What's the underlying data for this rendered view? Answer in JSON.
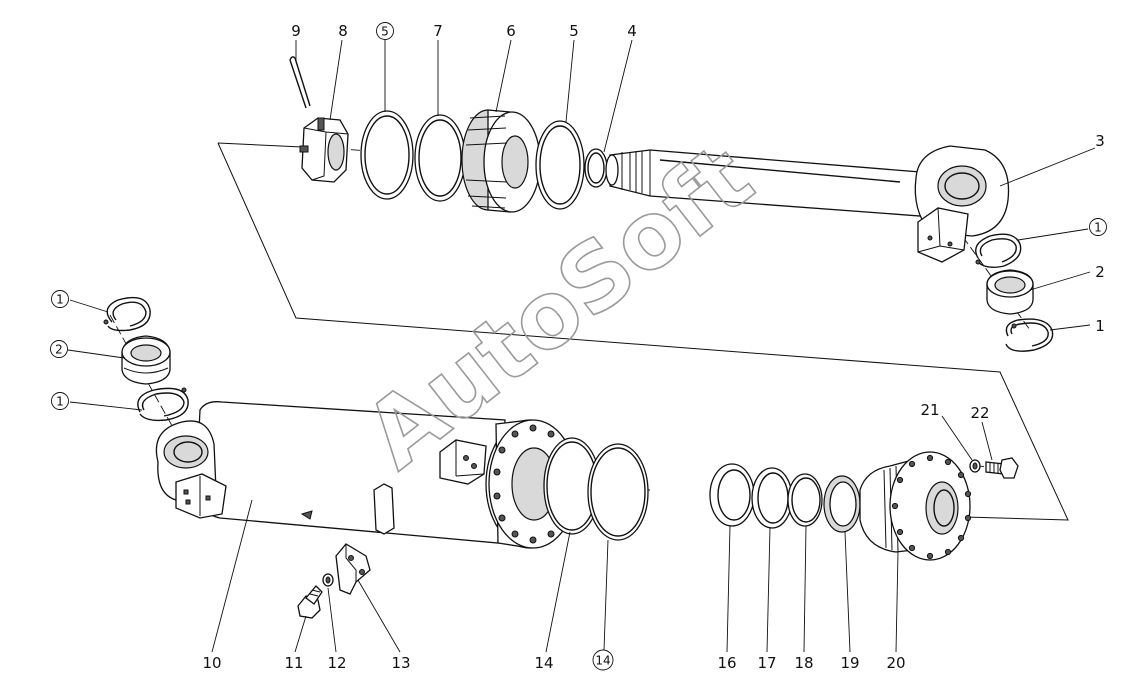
{
  "watermark": "AutoSoft",
  "labels": {
    "n9": "9",
    "n8": "8",
    "n5c_top": "5",
    "n7": "7",
    "n6": "6",
    "n5": "5",
    "n4": "4",
    "n3": "3",
    "n1c_right": "1",
    "n2_right": "2",
    "n1_right": "1",
    "n1c_left_top": "1",
    "n2c_left": "2",
    "n1c_left_bottom": "1",
    "n21": "21",
    "n22": "22",
    "n10": "10",
    "n11": "11",
    "n12": "12",
    "n13": "13",
    "n14": "14",
    "n14c": "14",
    "n16": "16",
    "n17": "17",
    "n18": "18",
    "n19": "19",
    "n20": "20"
  }
}
